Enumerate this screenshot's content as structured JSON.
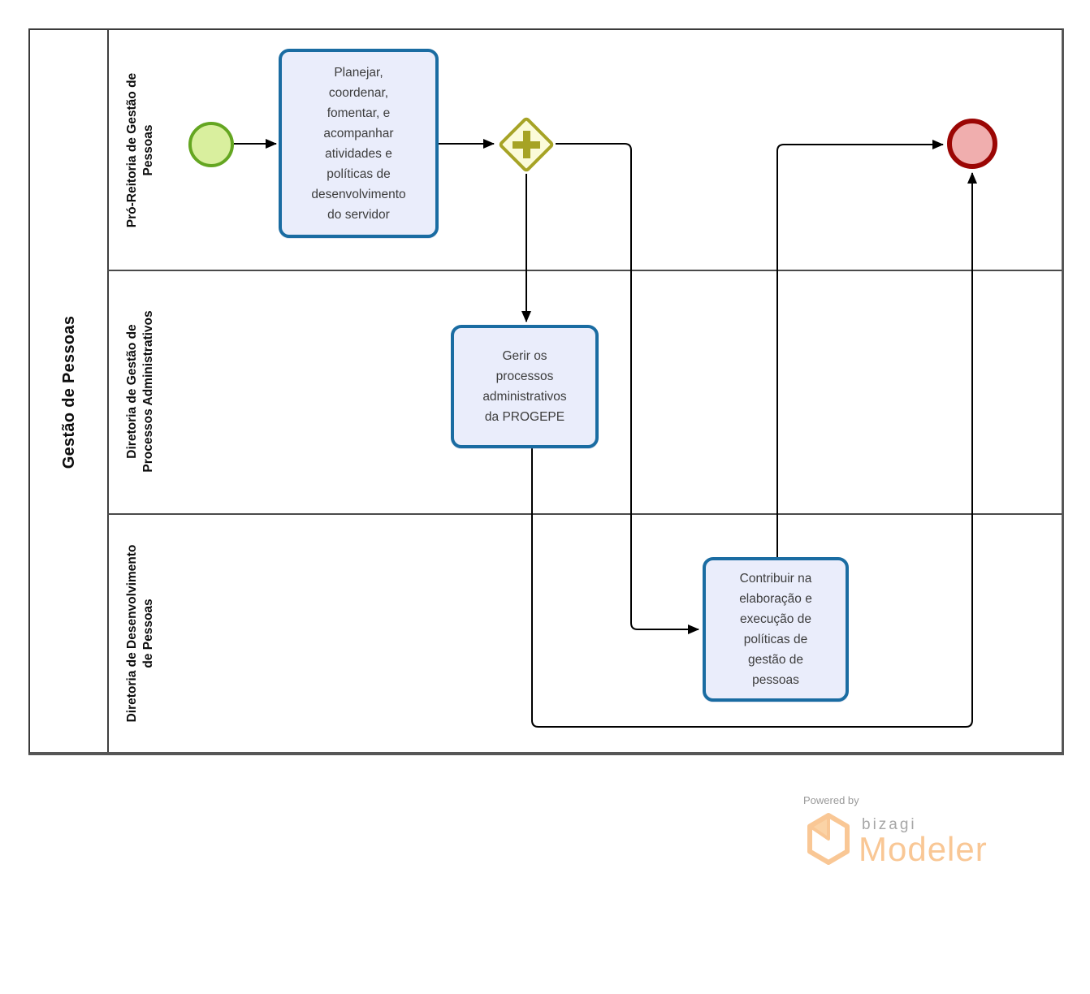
{
  "pool": {
    "label": "Gestão de Pessoas",
    "lanes": [
      {
        "label": "Pró-Reitoria de Gestão de\nPessoas"
      },
      {
        "label": "Diretoria de Gestão de\nProcessos Administrativos"
      },
      {
        "label": "Diretoria de Desenvolvimento\nde Pessoas"
      }
    ]
  },
  "nodes": {
    "start_event": {
      "type": "start-event",
      "lane": 0,
      "label": ""
    },
    "task_planejar": {
      "type": "task",
      "lane": 0,
      "label": "Planejar,\ncoordenar,\nfomentar, e\nacompanhar\natividades e\npolíticas de\ndesenvolvimento\ndo servidor"
    },
    "parallel_gateway": {
      "type": "parallel-gateway",
      "lane": 0,
      "label": ""
    },
    "task_gerir": {
      "type": "task",
      "lane": 1,
      "label": "Gerir os\nprocessos\nadministrativos\nda PROGEPE"
    },
    "task_contribuir": {
      "type": "task",
      "lane": 2,
      "label": "Contribuir na\nelaboração e\nexecução de\npolíticas de\ngestão de\npessoas"
    },
    "end_event": {
      "type": "end-event",
      "lane": 0,
      "label": ""
    }
  },
  "flows": [
    {
      "from": "start_event",
      "to": "task_planejar"
    },
    {
      "from": "task_planejar",
      "to": "parallel_gateway"
    },
    {
      "from": "parallel_gateway",
      "to": "task_gerir"
    },
    {
      "from": "parallel_gateway",
      "to": "task_contribuir"
    },
    {
      "from": "task_contribuir",
      "to": "end_event"
    },
    {
      "from": "task_gerir",
      "to": "end_event"
    }
  ],
  "colors": {
    "task_border": "#1A6CA2",
    "task_fill": "#EAEDFB",
    "start_border": "#64A621",
    "start_fill": "#D9EF9E",
    "gateway_border": "#A6A325",
    "gateway_fill": "#FBFBD9",
    "end_border": "#9B0604",
    "end_fill": "#F0AEAE",
    "flow_line": "#000000",
    "brand_orange": "#F9C795",
    "brand_gray": "#A6A6A6"
  },
  "branding": {
    "powered_by": "Powered by",
    "brand": "bizagi",
    "product": "Modeler"
  }
}
